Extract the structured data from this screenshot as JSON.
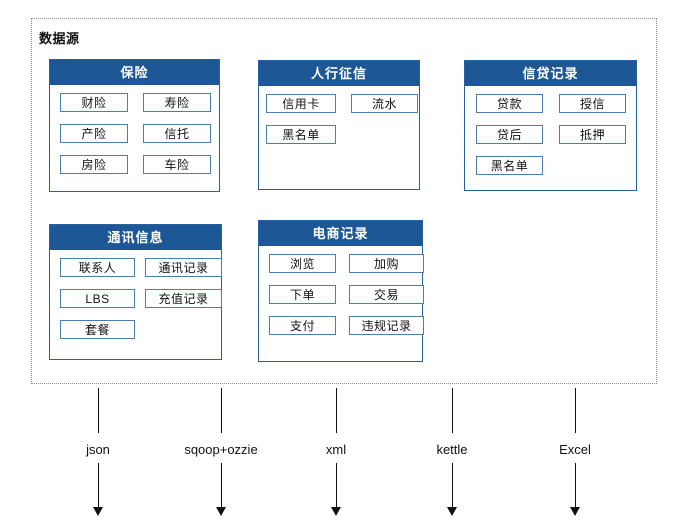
{
  "frame": {
    "label": "数据源"
  },
  "panels": [
    {
      "id": "insurance",
      "title": "保险",
      "items": [
        "财险",
        "寿险",
        "产险",
        "信托",
        "房险",
        "车险"
      ]
    },
    {
      "id": "pboc-credit",
      "title": "人行征信",
      "items": [
        "信用卡",
        "流水",
        "黑名单"
      ]
    },
    {
      "id": "credit-records",
      "title": "信贷记录",
      "items": [
        "贷款",
        "授信",
        "贷后",
        "抵押",
        "黑名单"
      ]
    },
    {
      "id": "telecom-info",
      "title": "通讯信息",
      "items": [
        "联系人",
        "通讯记录",
        "LBS",
        "充值记录",
        "套餐"
      ]
    },
    {
      "id": "ecommerce-records",
      "title": "电商记录",
      "items": [
        "浏览",
        "加购",
        "下单",
        "交易",
        "支付",
        "违规记录"
      ]
    }
  ],
  "pipelines": [
    {
      "label": "json"
    },
    {
      "label": "sqoop+ozzie"
    },
    {
      "label": "xml"
    },
    {
      "label": "kettle"
    },
    {
      "label": "Excel"
    }
  ],
  "colors": {
    "header_blue": "#1d5795",
    "panel_border": "#28619b",
    "item_border": "#4d7caf",
    "frame_border": "#8f8f8f",
    "arrow": "#111111"
  }
}
